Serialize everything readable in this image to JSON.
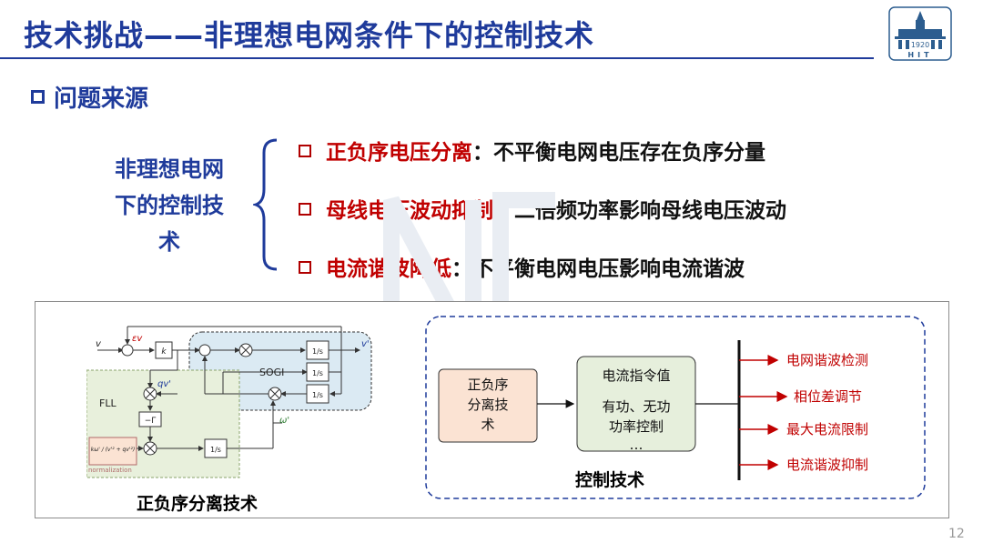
{
  "slide": {
    "title": "技术挑战——非理想电网条件下的控制技术",
    "section": "问题来源",
    "side_label_lines": [
      "非理想电网",
      "下的控制技",
      "术"
    ],
    "bullets": [
      {
        "highlight": "正负序电压分离",
        "rest": "：不平衡电网电压存在负序分量"
      },
      {
        "highlight": "母线电压波动抑制",
        "rest": "：二倍频功率影响母线电压波动"
      },
      {
        "highlight": "电流谐波降低",
        "rest": "：不平衡电网电压影响电流谐波"
      }
    ],
    "page_number": "12",
    "logo_text": {
      "year": "1920",
      "letters": "HIT"
    },
    "colors": {
      "title": "#1f3b9b",
      "highlight": "#c00000",
      "arrow": "#c00000",
      "sogi_fill": "#dbeaf3",
      "fll_fill": "#e8f0dc",
      "block_fill": "#fbe3d3",
      "ctrl_fill": "#e6efdc"
    }
  },
  "left_diagram": {
    "caption": "正负序分离技术",
    "labels": {
      "v": "v",
      "eps": "εv",
      "k": "k",
      "int1": "1/s",
      "int2": "1/s",
      "int3": "1/s",
      "vprime": "v'",
      "qvprime": "qv'",
      "sogi": "SOGI",
      "fll": "FLL",
      "gamma": "−Γ",
      "omega": "ω'",
      "norm_expr": "kω' / (v'² + qv'²)",
      "norm_label": "normalization"
    }
  },
  "right_diagram": {
    "caption": "控制技术",
    "block1_lines": [
      "正负序",
      "分离技",
      "术"
    ],
    "block2_lines": [
      "电流指令值",
      "有功、无功",
      "功率控制",
      "…"
    ],
    "outputs": [
      "电网谐波检测",
      "相位差调节",
      "最大电流限制",
      "电流谐波抑制"
    ]
  }
}
